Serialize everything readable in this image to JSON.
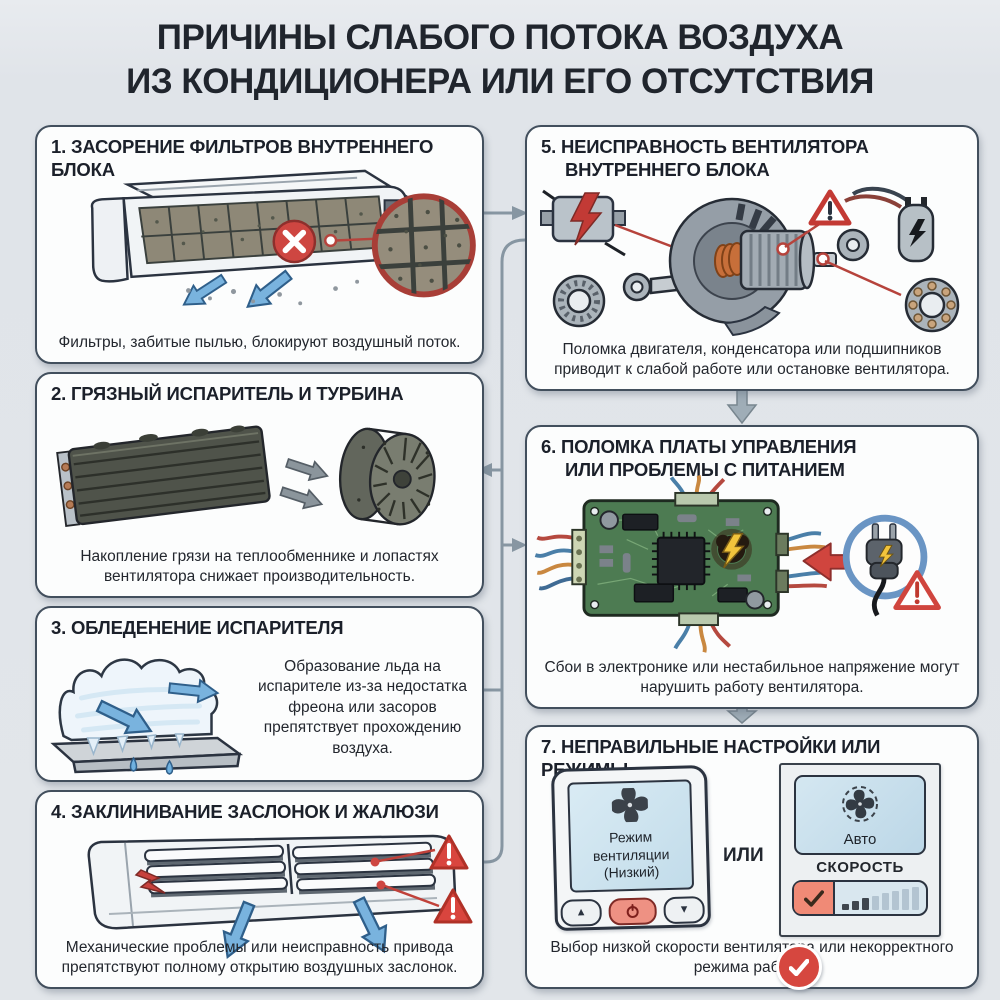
{
  "title": {
    "line1": "ПРИЧИНЫ СЛАБОГО ПОТОКА ВОЗДУХА",
    "line2": "ИЗ КОНДИЦИОНЕРА ИЛИ ЕГО ОТСУТСТВИЯ"
  },
  "panels": {
    "p1": {
      "heading": "1. ЗАСОРЕНИЕ ФИЛЬТРОВ ВНУТРЕННЕГО БЛОКА",
      "caption": "Фильтры, забитые пылью, блокируют воздушный поток."
    },
    "p2": {
      "heading": "2. ГРЯЗНЫЙ ИСПАРИТЕЛЬ И ТУРБИНА",
      "caption": "Накопление грязи на теплообменнике и лопастях вентилятора снижает производительность."
    },
    "p3": {
      "heading": "3. ОБЛЕДЕНЕНИЕ ИСПАРИТЕЛЯ",
      "side_text": "Образование льда на испарителе из-за недостатка фреона или засоров препятствует прохождению воздуха."
    },
    "p4": {
      "heading": "4. ЗАКЛИНИВАНИЕ ЗАСЛОНОК И ЖАЛЮЗИ",
      "caption": "Механические проблемы или неисправность привода препятствуют полному открытию воздушных заслонок."
    },
    "p5": {
      "heading_line1": "5. НЕИСПРАВНОСТЬ ВЕНТИЛЯТОРА",
      "heading_line2": "ВНУТРЕННЕГО БЛОКА",
      "caption": "Поломка двигателя, конденсатора или подшипников приводит к слабой работе или остановке вентилятора."
    },
    "p6": {
      "heading_line1": "6. ПОЛОМКА ПЛАТЫ УПРАВЛЕНИЯ",
      "heading_line2": "ИЛИ ПРОБЛЕМЫ С ПИТАНИЕМ",
      "caption": "Сбои в электронике или нестабильное напряжение могут нарушить работу вентилятора."
    },
    "p7": {
      "heading": "7. НЕПРАВИЛЬНЫЕ НАСТРОЙКИ ИЛИ РЕЖИМЫ",
      "caption": "Выбор низкой скорости вентилятора или некорректного режима работы.",
      "remote_screen_label": "Режим вентиляции (Низкий)",
      "or_label": "ИЛИ",
      "auto_label": "Авто",
      "speed_label": "СКОРОСТЬ",
      "remote_up_glyph": "▲",
      "remote_down_glyph": "▼"
    }
  },
  "accent_colors": {
    "alert_red": "#d0453e",
    "airflow_blue": "#79b3de",
    "connector_gray": "#8796a2",
    "pcb_green": "#4d7b52",
    "panel_border": "#424f5d"
  }
}
